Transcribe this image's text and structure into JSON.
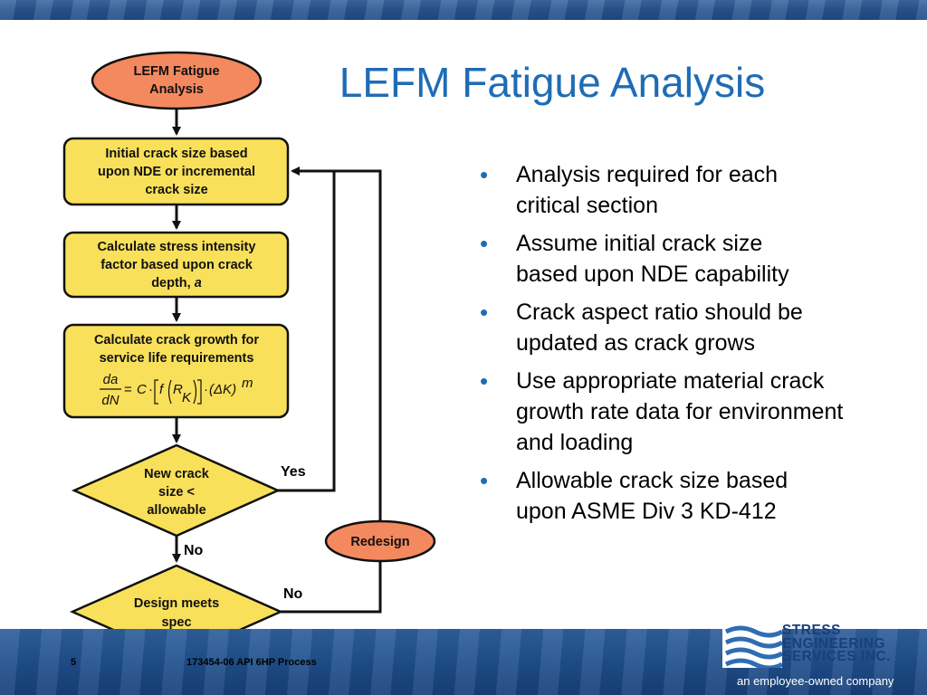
{
  "title": "LEFM Fatigue Analysis",
  "flowchart": {
    "start": {
      "line1": "LEFM Fatigue",
      "line2": "Analysis"
    },
    "box1": {
      "line1": "Initial crack size based",
      "line2": "upon NDE or incremental",
      "line3": "crack size"
    },
    "box2": {
      "line1": "Calculate stress intensity",
      "line2": "factor based upon crack",
      "line3": "depth, ",
      "var": "a"
    },
    "box3": {
      "line1": "Calculate crack growth for",
      "line2": "service life requirements",
      "equation": {
        "num": "da",
        "den": "dN",
        "eq": "=",
        "c": "C",
        "dot": "·",
        "f": "f",
        "r": "R",
        "k": "K",
        "delta": "(ΔK)",
        "m": "m"
      }
    },
    "decision1": {
      "line1": "New crack",
      "line2": "size <",
      "line3": "allowable"
    },
    "decision2": {
      "line1": "Design meets",
      "line2": "spec"
    },
    "redesign": "Redesign",
    "labels": {
      "yes": "Yes",
      "no1": "No",
      "no2": "No"
    },
    "colors": {
      "box_fill": "#f9e05a",
      "oval_fill": "#f4895f",
      "stroke": "#111111"
    }
  },
  "bullets": [
    "Analysis required for each critical section",
    "Assume initial crack size based upon NDE capability",
    "Crack aspect ratio should be updated as crack grows",
    "Use appropriate material crack growth rate data for environment and loading",
    "Allowable crack size based upon ASME Div 3 KD-412"
  ],
  "bullet_glyph": "•",
  "footer": {
    "page_number": "5",
    "text": "173454-06 API 6HP Process"
  },
  "logo": {
    "line1": "STRESS",
    "line2": "ENGINEERING",
    "line3": "SERVICES INC.",
    "tagline": "an employee-owned company"
  },
  "colors": {
    "title": "#1f6cb5",
    "band": "#1f4f8c"
  }
}
